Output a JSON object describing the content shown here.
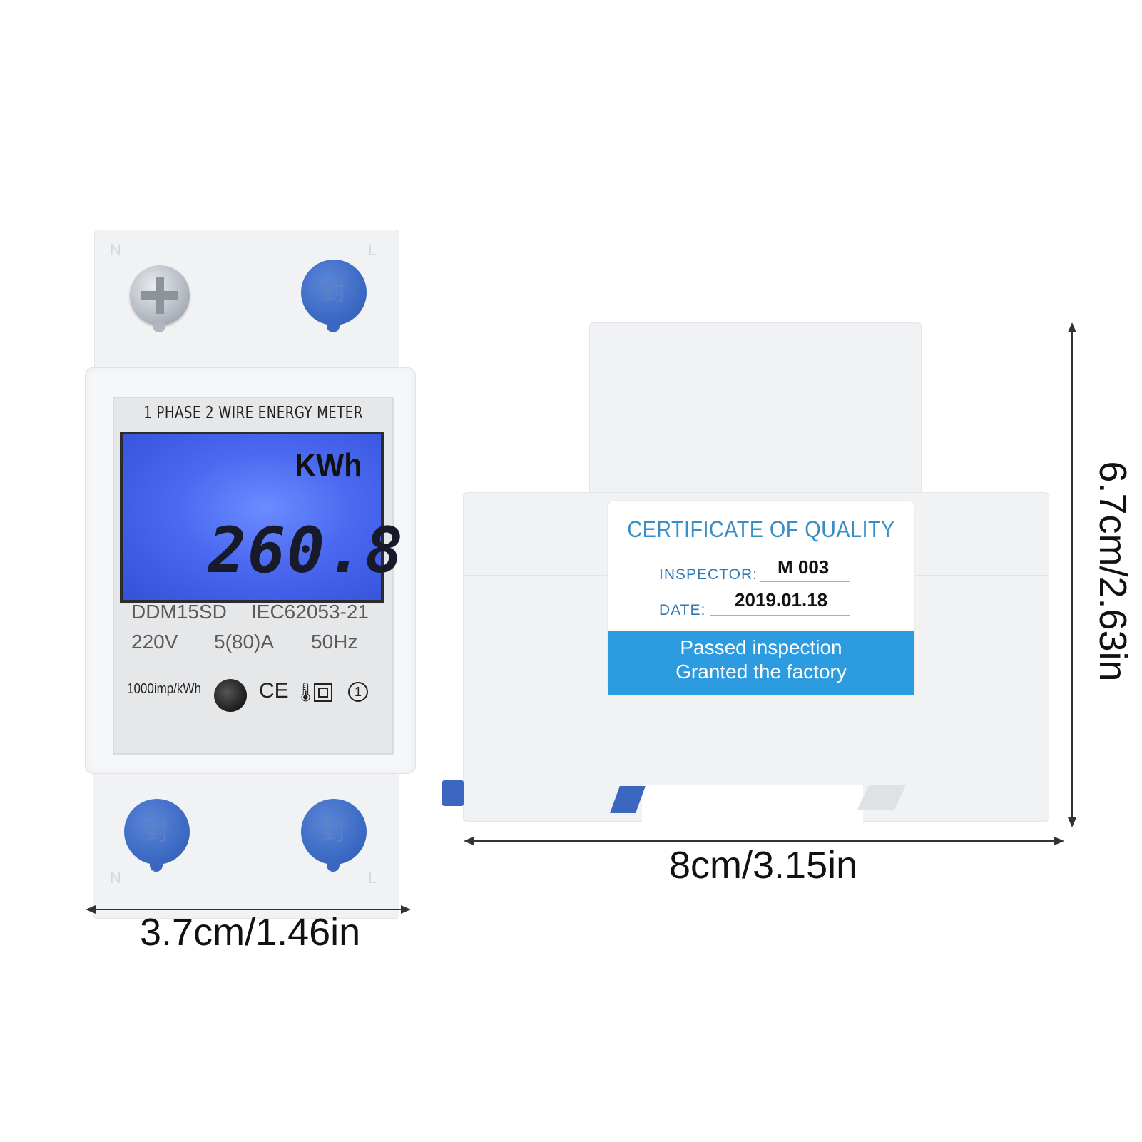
{
  "front_meter": {
    "panel_title": "1 PHASE 2 WIRE ENERGY METER",
    "display_unit": "KWh",
    "display_value": "260.8",
    "model": "DDM15SD",
    "standard": "IEC62053-21",
    "voltage": "220V",
    "current": "5(80)A",
    "frequency": "50Hz",
    "pulse_rate": "1000imp/kWh",
    "ce_mark": "CE",
    "class_mark": "1",
    "terminal_left": "N",
    "terminal_right": "L",
    "seal_char": "封",
    "colors": {
      "lcd": "#4a68f0",
      "seal": "#3d6bc4"
    }
  },
  "certificate": {
    "title": "CERTIFICATE OF QUALITY",
    "inspector_label": "INSPECTOR:",
    "inspector_value": "M 003",
    "date_label": "DATE:",
    "date_value": "2019.01.18",
    "band_line1": "Passed inspection",
    "band_line2": "Granted the factory",
    "colors": {
      "title": "#3a8ec6",
      "band": "#2c9be0"
    }
  },
  "dimensions": {
    "front_width": "3.7cm/1.46in",
    "side_width": "8cm/3.15in",
    "height": "6.7cm/2.63in"
  }
}
